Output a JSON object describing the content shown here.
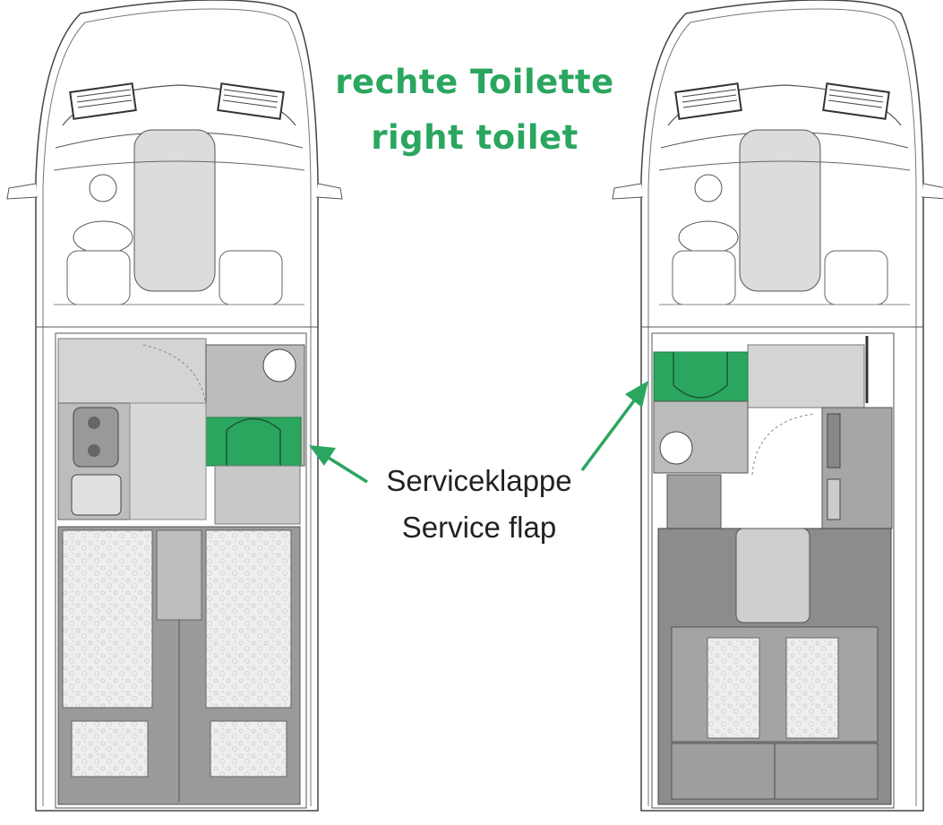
{
  "title": {
    "german": "rechte Toilette",
    "english": "right toilet"
  },
  "callout": {
    "german": "Serviceklappe",
    "english": "Service flap"
  },
  "colors": {
    "accent": "#2aa65f",
    "line": "#555555",
    "floor": "#d4d4d4",
    "furniture": "#a8a8a8",
    "dark": "#8c8c8c",
    "bed": "#ececec"
  }
}
